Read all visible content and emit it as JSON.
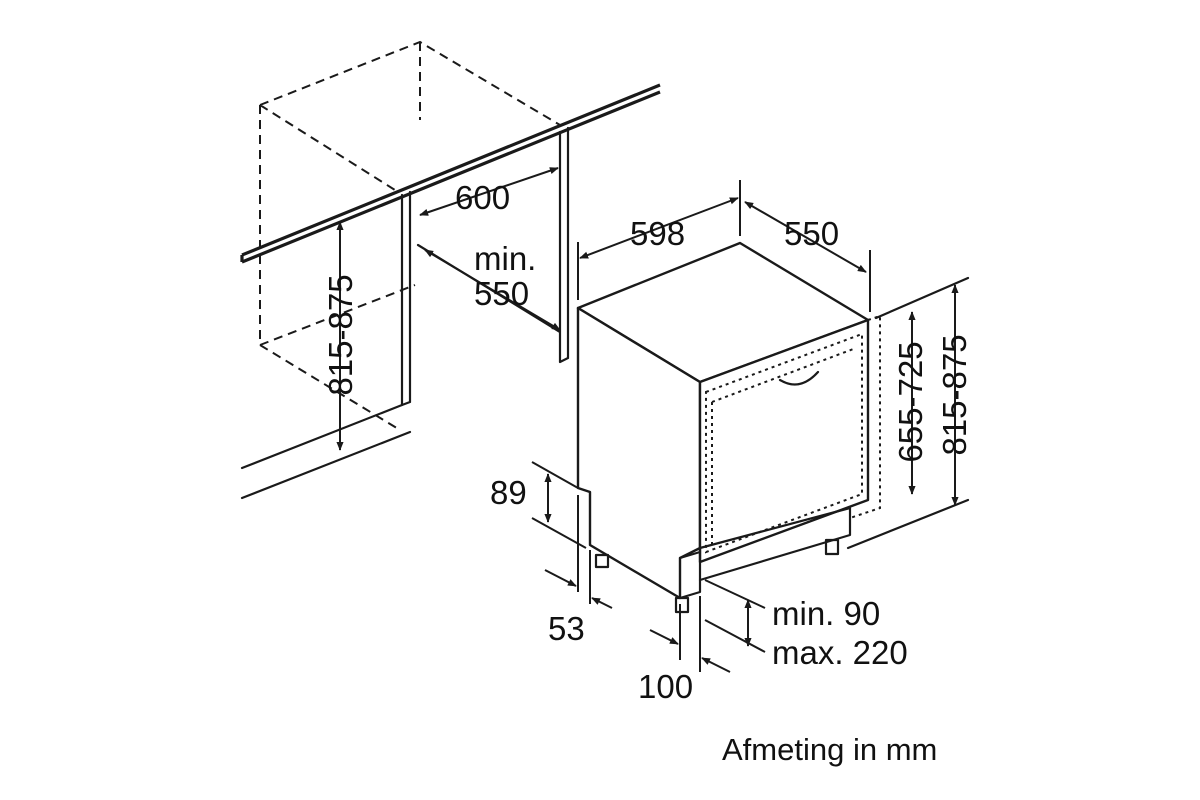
{
  "diagram": {
    "dimensions": {
      "niche_width": "600",
      "niche_depth_line1": "min.",
      "niche_depth_line2": "550",
      "niche_height": "815-875",
      "appliance_width": "598",
      "appliance_depth": "550",
      "door_height": "655-725",
      "appliance_height": "815-875",
      "plinth_height": "89",
      "plinth_depth": "53",
      "plinth_setback": "100",
      "plinth_gap_min": "min. 90",
      "plinth_gap_max": "max. 220"
    },
    "caption": "Afmeting in mm"
  }
}
